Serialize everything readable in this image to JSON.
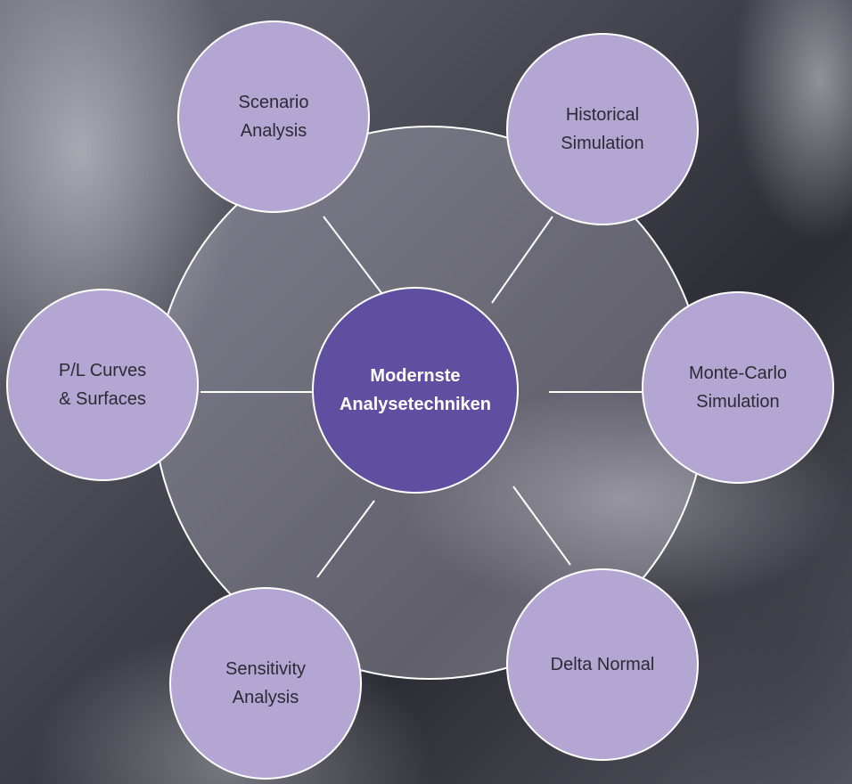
{
  "diagram": {
    "center": {
      "label": "Modernste\nAnalysetechniken"
    },
    "nodes": [
      {
        "id": "scenario",
        "label": "Scenario\nAnalysis"
      },
      {
        "id": "historical",
        "label": "Historical\nSimulation"
      },
      {
        "id": "pl",
        "label": "P/L Curves\n& Surfaces"
      },
      {
        "id": "montecarlo",
        "label": "Monte-Carlo\nSimulation"
      },
      {
        "id": "sensitivity",
        "label": "Sensitivity\nAnalysis"
      },
      {
        "id": "delta",
        "label": "Delta Normal"
      }
    ],
    "colors": {
      "outer_fill": "#b3a6d3",
      "center_fill": "#5e4fa0",
      "ring_fill": "#c4c0d2",
      "connector": "#ffffff"
    }
  }
}
